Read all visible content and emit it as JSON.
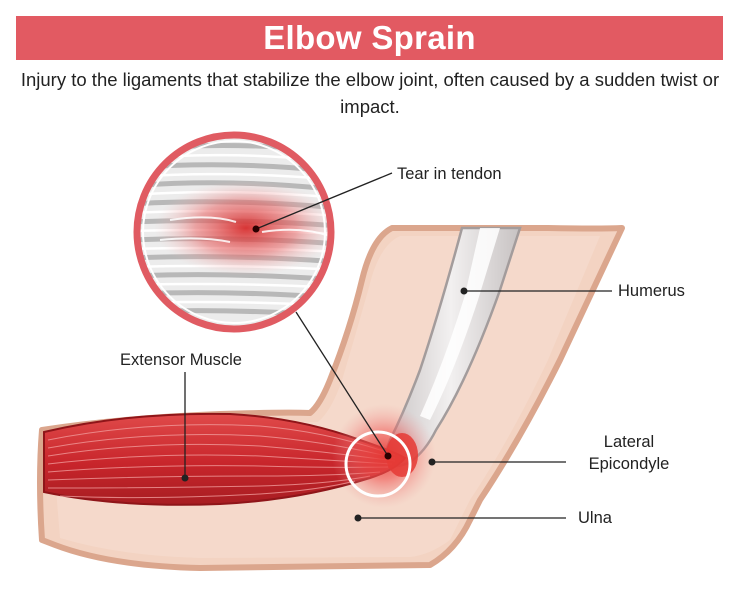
{
  "title": "Elbow Sprain",
  "subtitle": "Injury to the ligaments that stabilize the elbow joint, often caused by a sudden twist or impact.",
  "labels": {
    "tear": "Tear in tendon",
    "humerus": "Humerus",
    "extensor": "Extensor Muscle",
    "lateral_line1": "Lateral",
    "lateral_line2": "Epicondyle",
    "ulna": "Ulna"
  },
  "colors": {
    "banner": "#e25a62",
    "skin": "#f3d3c2",
    "skin_outline": "#dba68d",
    "muscle": "#c9262b",
    "injury_glow": "#e53935",
    "bone": "#d8d4d4",
    "text": "#222222"
  }
}
